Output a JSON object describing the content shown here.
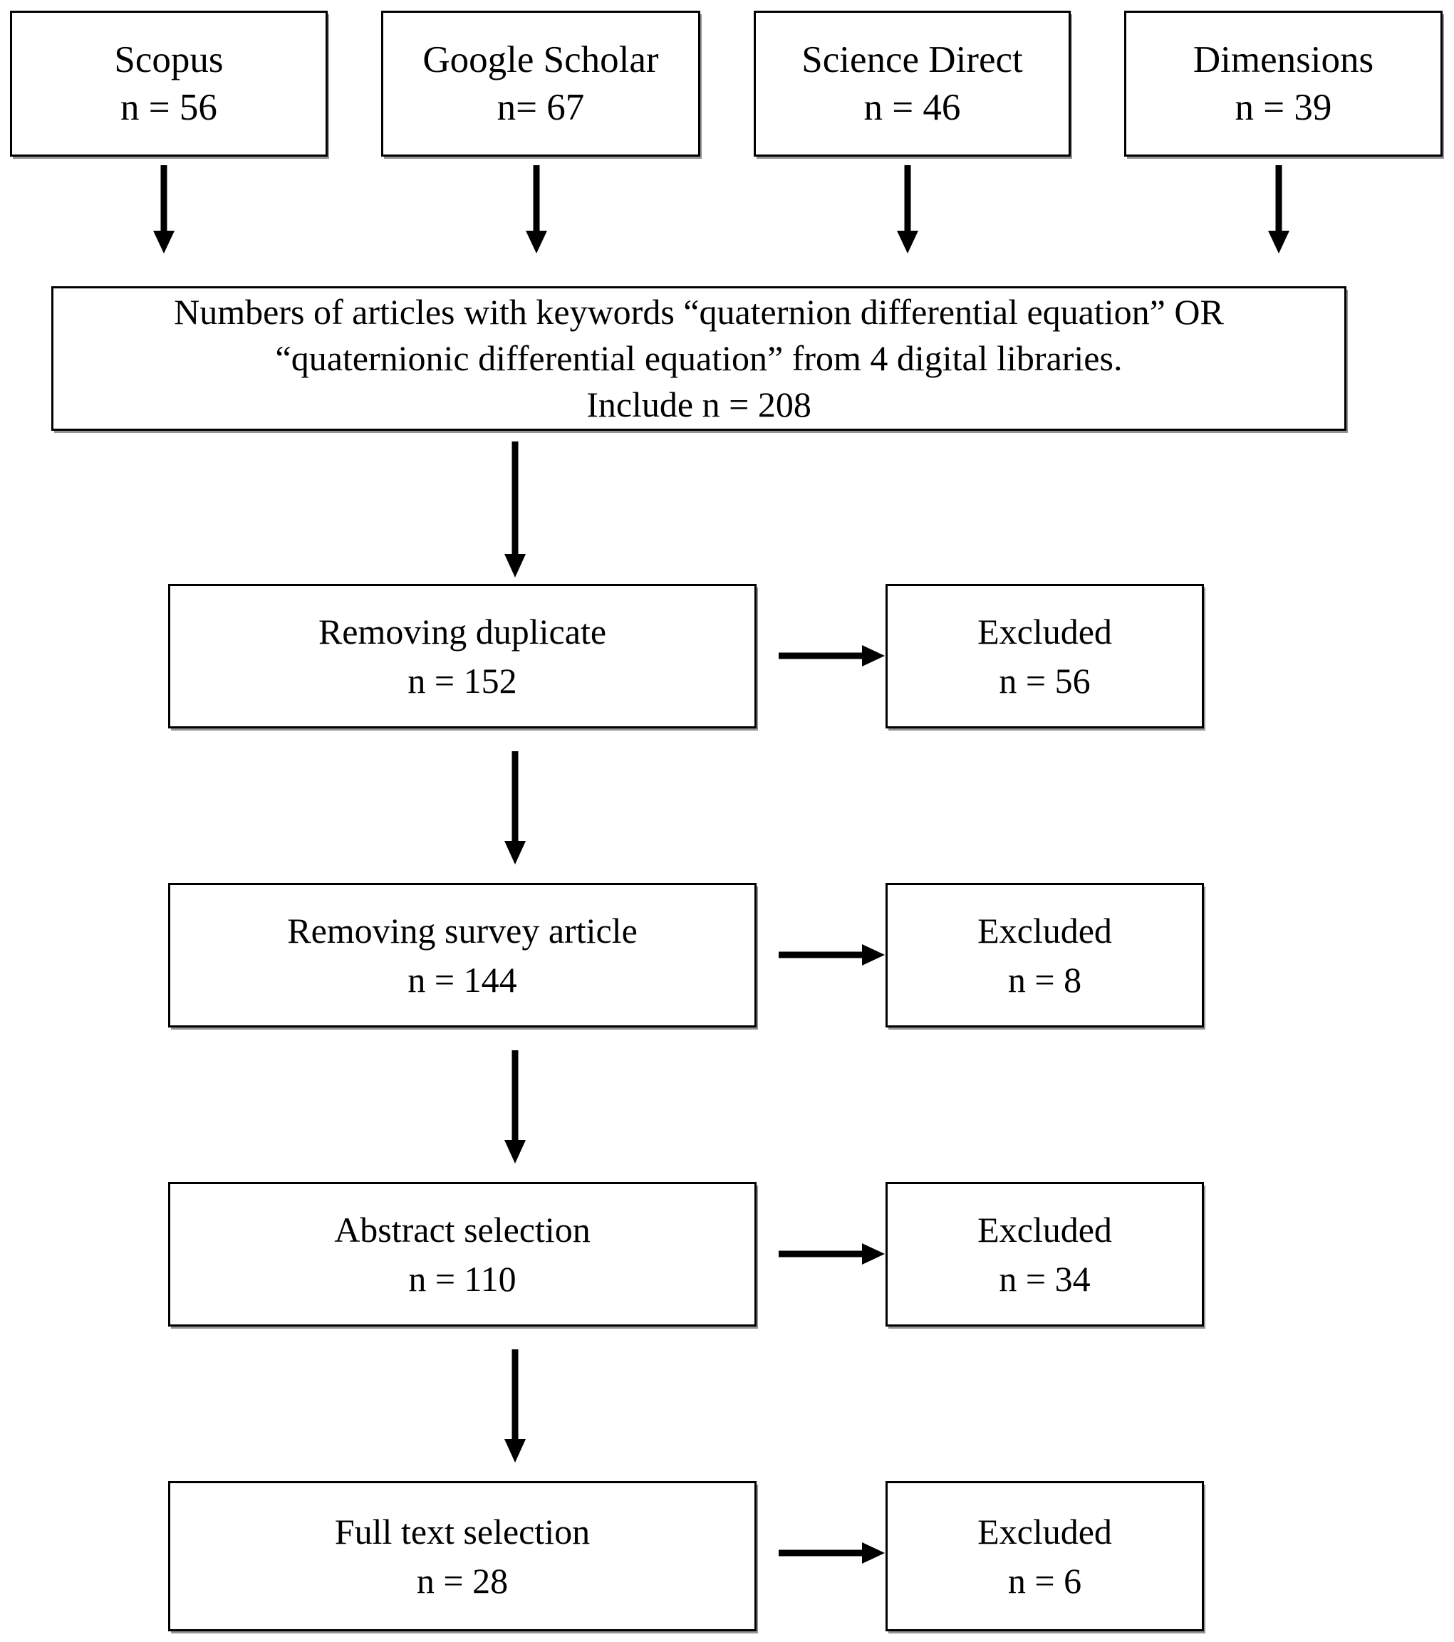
{
  "diagram": {
    "type": "prisma-flowchart",
    "title": "",
    "sources": [
      {
        "name": "Scopus",
        "count_label": "n = 56",
        "count": 56
      },
      {
        "name": "Google Scholar",
        "count_label": "n= 67",
        "count": 67
      },
      {
        "name": "Science Direct",
        "count_label": "n = 46",
        "count": 46
      },
      {
        "name": "Dimensions",
        "count_label": "n = 39",
        "count": 39
      }
    ],
    "summary": {
      "line1": "Numbers of articles with keywords “quaternion differential equation” OR",
      "line2": "“quaternionic differential equation” from 4 digital libraries.",
      "line3": "Include n = 208",
      "include_count": 208
    },
    "steps": [
      {
        "label": "Removing duplicate",
        "count_label": "n = 152",
        "count": 152,
        "excluded_label": "Excluded",
        "excluded_count_label": "n = 56",
        "excluded_count": 56
      },
      {
        "label": "Removing survey article",
        "count_label": "n = 144",
        "count": 144,
        "excluded_label": "Excluded",
        "excluded_count_label": "n = 8",
        "excluded_count": 8
      },
      {
        "label": "Abstract selection",
        "count_label": "n = 110",
        "count": 110,
        "excluded_label": "Excluded",
        "excluded_count_label": "n = 34",
        "excluded_count": 34
      },
      {
        "label": "Full text selection",
        "count_label": "n = 28",
        "count": 28,
        "excluded_label": "Excluded",
        "excluded_count_label": "n = 6",
        "excluded_count": 6
      }
    ],
    "colors": {
      "background": "#ffffff",
      "box_border": "#000000",
      "box_fill": "#ffffff",
      "text": "#000000",
      "arrow": "#000000",
      "shadow": "#3c3c3c"
    }
  }
}
